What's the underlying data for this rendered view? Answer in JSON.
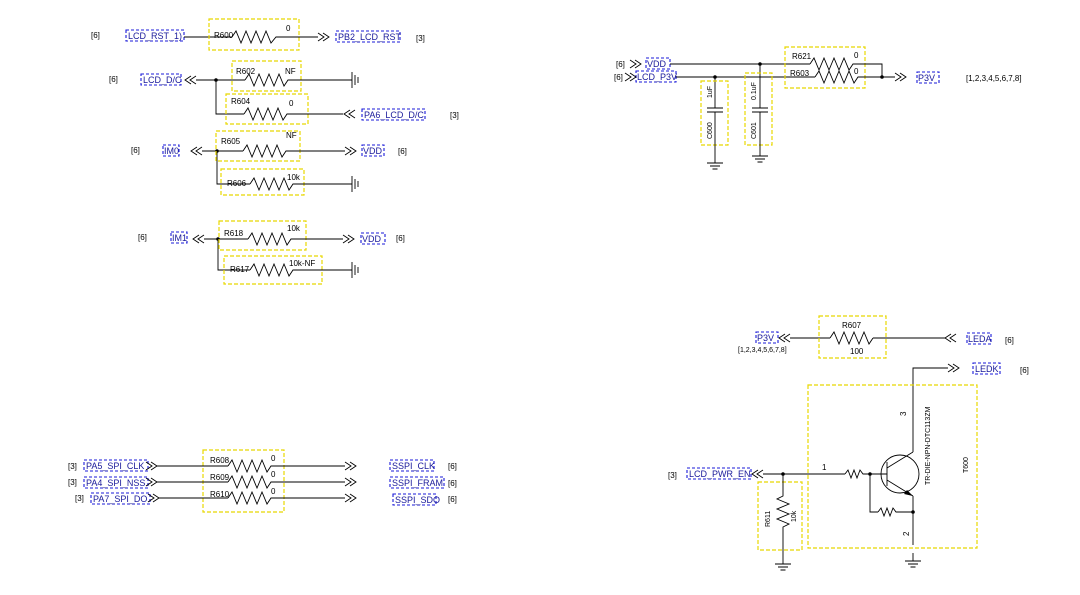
{
  "blocks": {
    "rst": {
      "ref_left": "[6]",
      "net_left": "LCD_RST_1)",
      "res": "R600",
      "val": "0",
      "net_right": "PB2_LCD_RST",
      "ref_right": "[3]"
    },
    "dc": {
      "ref_left": "[6]",
      "net_left": "LCD_D/C",
      "r1": "R602",
      "v1": "NF",
      "r2": "R604",
      "v2": "0",
      "net_right": "PA6_LCD_D/C",
      "ref_right": "[3]"
    },
    "im0": {
      "ref_left": "[6]",
      "net_left": "IM0",
      "r1": "R605",
      "v1": "NF",
      "net_right": "VDD",
      "ref_right": "[6]",
      "r2": "R606",
      "v2": "10k"
    },
    "im1": {
      "ref_left": "[6]",
      "net_left": "IM1",
      "r1": "R618",
      "v1": "10k",
      "net_right": "VDD",
      "ref_right": "[6]",
      "r2": "R617",
      "v2": "10k-NF"
    },
    "spi": {
      "rows": [
        {
          "ref_left": "[3]",
          "net_left": "PA5_SPI_CLK",
          "res": "R608",
          "val": "0",
          "net_right": "SSPI_CLK",
          "ref_right": "[6]"
        },
        {
          "ref_left": "[3]",
          "net_left": "PA4_SPI_NSS",
          "res": "R609",
          "val": "0",
          "net_right": "SSPI_FRAM",
          "ref_right": "[6]"
        },
        {
          "ref_left": "[3]",
          "net_left": "PA7_SPI_DO",
          "res": "R610",
          "val": "0",
          "net_right": "SSPI_SDO",
          "ref_right": "[6]"
        }
      ]
    },
    "power": {
      "ref_vdd": "[6]",
      "net_vdd": "VDD",
      "ref_p3v": "[6]",
      "net_p3v": "LCD_P3V",
      "c1": "C600",
      "c1v": "1uF",
      "c2": "C601",
      "c2v": "0.1uF",
      "r1": "R621",
      "r1v": "0",
      "r2": "R603",
      "r2v": "0",
      "net_out": "P3V",
      "ref_out": "[1,2,3,4,5,6,7,8]"
    },
    "led": {
      "net_left": "P3V",
      "ref_left": "[1,2,3,4,5,6,7,8]",
      "res": "R607",
      "val": "100",
      "net_right": "LEDA",
      "ref_right": "[6]",
      "net_k": "LEDK",
      "ref_k": "[6]"
    },
    "tr": {
      "ref_en": "[3]",
      "net_en": "LCD_PWR_EN",
      "pin1": "1",
      "pin2": "2",
      "pin3": "3",
      "part": "TR-DIE-NPN-DTC113ZM",
      "des": "T600",
      "res": "R611",
      "val": "10k"
    }
  }
}
